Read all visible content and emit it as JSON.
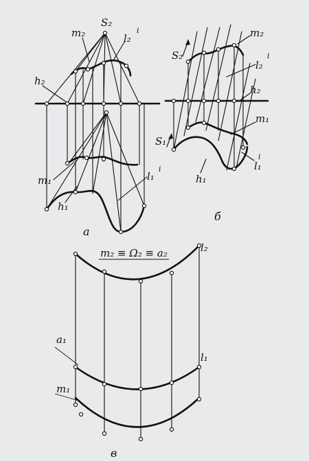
{
  "figure_a": {
    "caption": "а",
    "labels": {
      "s2": "S₂",
      "m2": "m₂",
      "l2": "l₂",
      "l2_sup": "i",
      "h2": "h₂",
      "m1": "m₁",
      "h1": "h₁",
      "l1": "l₁",
      "l1_sup": "i"
    }
  },
  "figure_b": {
    "caption": "б",
    "labels": {
      "s2": "S₂",
      "m2": "m₂",
      "l2": "l₂",
      "l2_sup": "i",
      "h2": "h₂",
      "s1": "S₁",
      "m1": "m₁",
      "h1": "h₁",
      "l1": "l₁",
      "l1_sup": "i"
    }
  },
  "figure_c": {
    "caption": "в",
    "labels": {
      "m2_eq": "m₂ ≡ Ω₂ ≡ a₂",
      "l2": "l₂",
      "a1": "a₁",
      "l1": "l₁",
      "m1": "m₁"
    }
  }
}
